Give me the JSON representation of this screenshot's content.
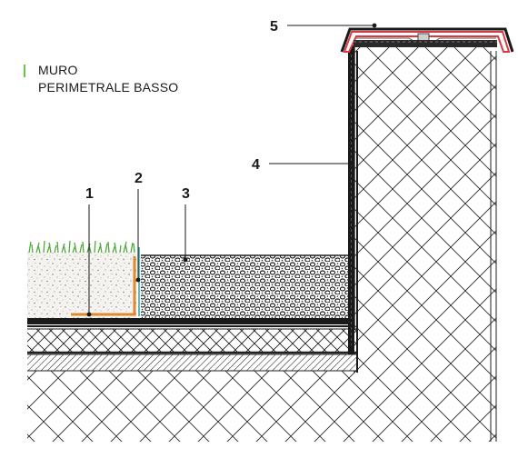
{
  "title": {
    "line1": "MURO",
    "line2": "PERIMETRALE BASSO"
  },
  "callouts": [
    "1",
    "2",
    "3",
    "4",
    "5"
  ],
  "colors": {
    "accent_bar": "#6cc24a",
    "grass": "#4fa83a",
    "waterproofing_line": "#1a1a1a",
    "edge_profile": "#d9393f",
    "corner_profile": "#e08a2c",
    "drain_strip": "#3aa6b8"
  }
}
